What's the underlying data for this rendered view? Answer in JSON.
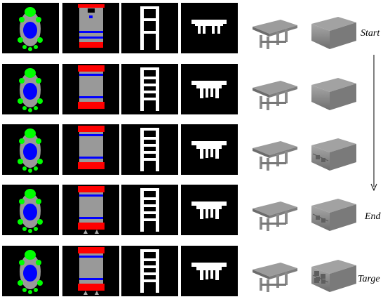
{
  "labels": {
    "start": "Start",
    "end": "End",
    "target": "Targe"
  },
  "rows": [
    {
      "row": 1
    },
    {
      "row": 2
    },
    {
      "row": 3
    },
    {
      "row": 4
    },
    {
      "row": 5
    }
  ],
  "icons": {
    "progress_arrow": "down-arrow-icon"
  },
  "colors": {
    "background": "#000000",
    "body_gray": "#999999",
    "accent_green": "#00ff00",
    "accent_blue": "#0000ff",
    "accent_red": "#ff0000",
    "render_gray": "#8a8a8a"
  }
}
